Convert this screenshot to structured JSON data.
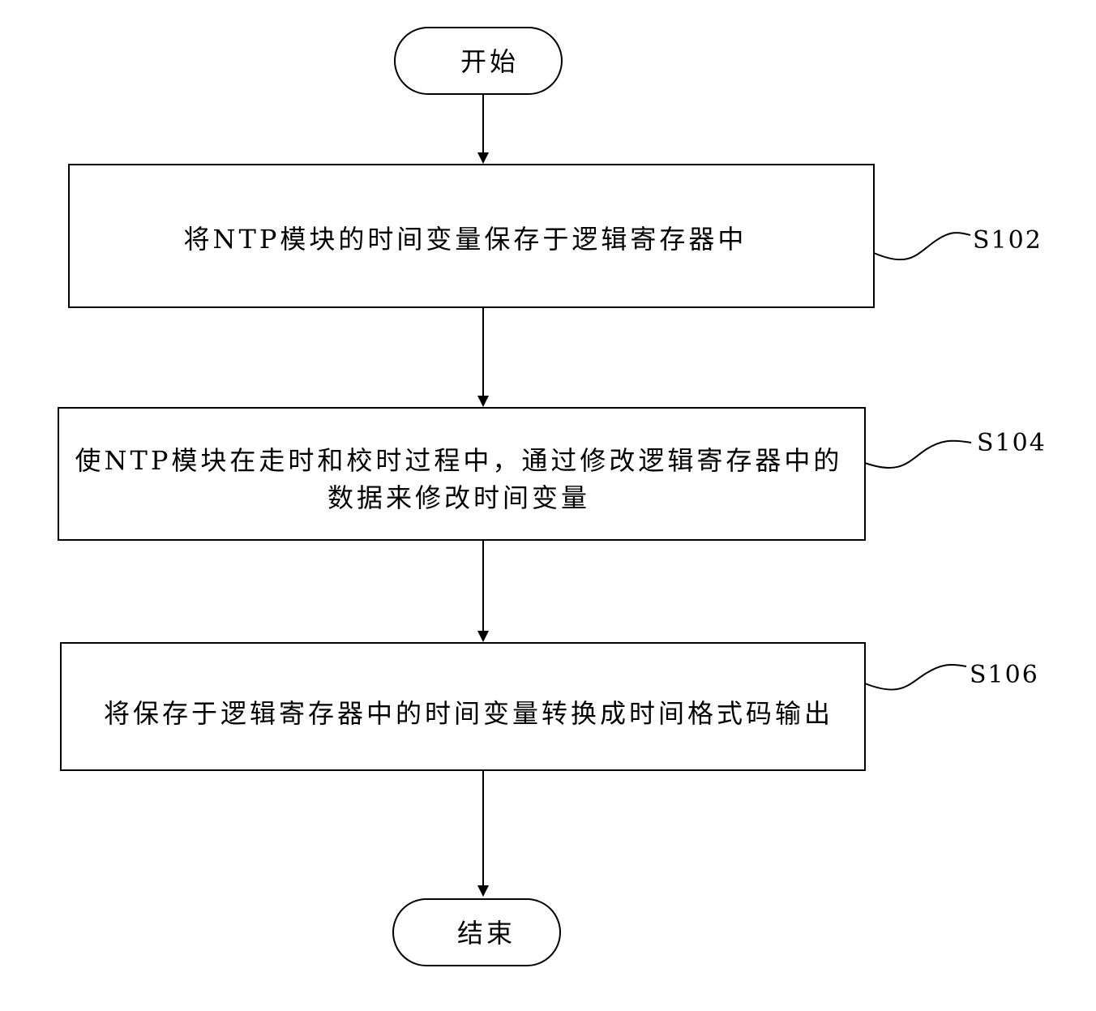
{
  "diagram": {
    "start": {
      "label": "开始"
    },
    "end": {
      "label": "结束"
    },
    "steps": [
      {
        "id": "S102",
        "lines": [
          "将NTP模块的时间变量保存于逻辑寄存器中"
        ]
      },
      {
        "id": "S104",
        "lines": [
          "使NTP模块在走时和校时过程中，通过修改逻辑寄存器中的",
          "数据来修改时间变量"
        ]
      },
      {
        "id": "S106",
        "lines": [
          "将保存于逻辑寄存器中的时间变量转换成时间格式码输出"
        ]
      }
    ]
  }
}
